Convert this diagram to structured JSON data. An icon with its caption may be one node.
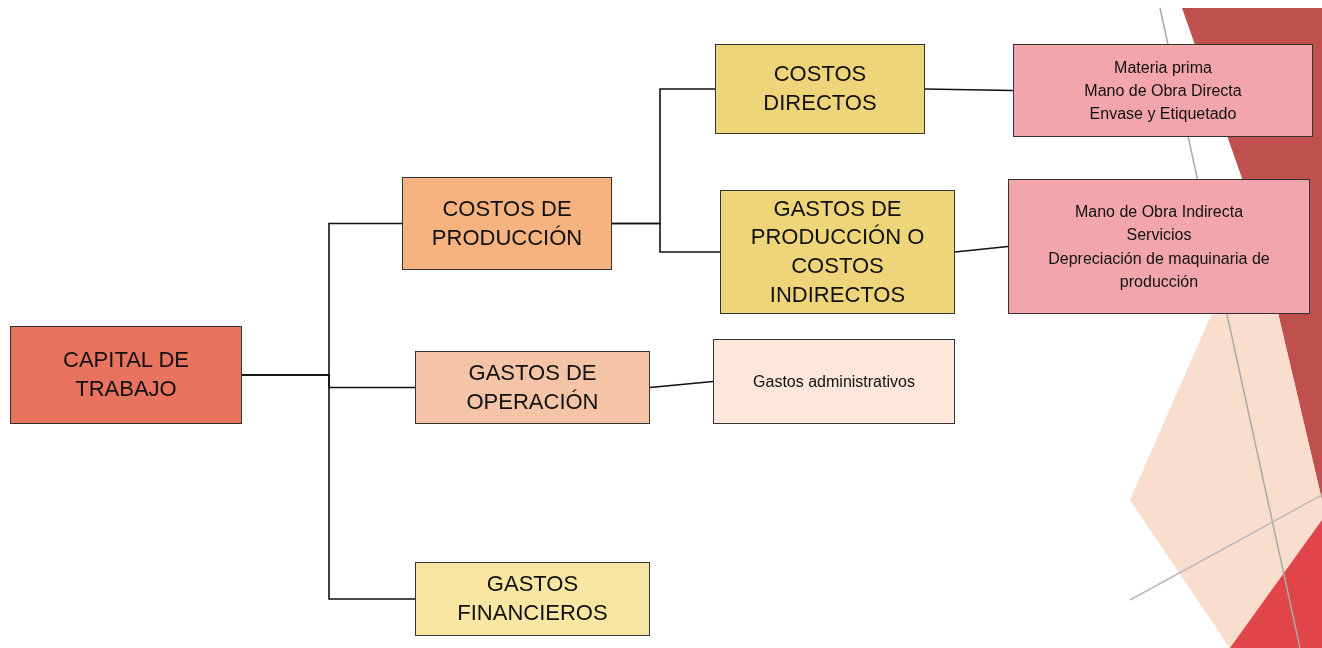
{
  "diagram": {
    "nodes": [
      {
        "text": [
          "CAPITAL DE TRABAJO"
        ]
      },
      {
        "text": [
          "COSTOS DE PRODUCCIÓN"
        ]
      },
      {
        "text": [
          "GASTOS DE OPERACIÓN"
        ]
      },
      {
        "text": [
          "GASTOS FINANCIEROS"
        ]
      },
      {
        "text": [
          "COSTOS DIRECTOS"
        ]
      },
      {
        "text": [
          "GASTOS DE PRODUCCIÓN O COSTOS INDIRECTOS"
        ]
      },
      {
        "text": [
          "Materia prima",
          "Mano de Obra Directa",
          "Envase y Etiquetado"
        ]
      },
      {
        "text": [
          "Mano de Obra Indirecta",
          "Servicios",
          "Depreciación de maquinaria de producción"
        ]
      },
      {
        "text": [
          "Gastos administrativos"
        ]
      }
    ],
    "edges": [
      {
        "from": 0,
        "to": 1,
        "arrow": "none"
      },
      {
        "from": 0,
        "to": 2,
        "arrow": "none"
      },
      {
        "from": 0,
        "to": 3,
        "arrow": "none"
      },
      {
        "from": 1,
        "to": 4,
        "arrow": "none"
      },
      {
        "from": 1,
        "to": 5,
        "arrow": "none"
      },
      {
        "from": 4,
        "to": 6,
        "arrow": "none"
      },
      {
        "from": 5,
        "to": 7,
        "arrow": "none"
      },
      {
        "from": 2,
        "to": 8,
        "arrow": "none"
      }
    ]
  }
}
